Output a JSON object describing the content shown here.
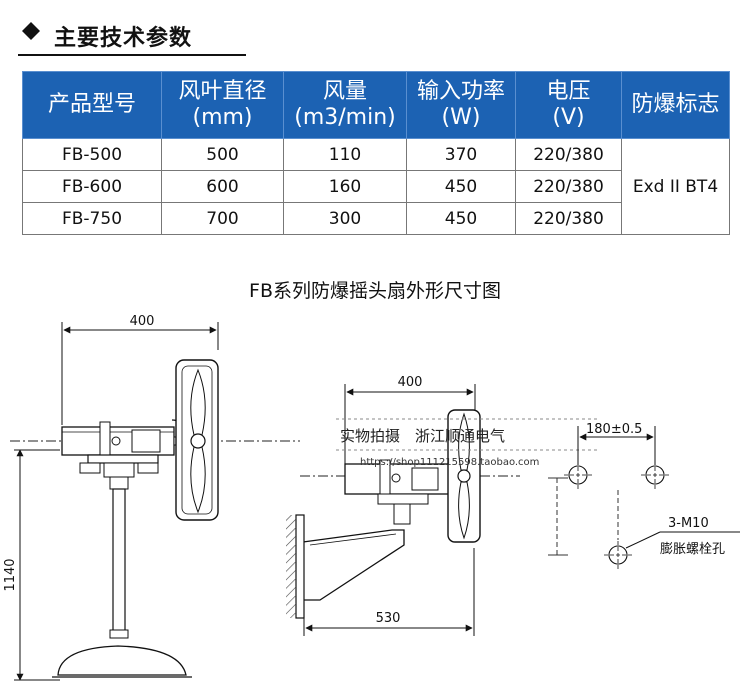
{
  "section": {
    "title": "主要技术参数"
  },
  "table": {
    "headers": [
      {
        "line1": "产品型号",
        "line2": ""
      },
      {
        "line1": "风叶直径",
        "line2": "(mm)"
      },
      {
        "line1": "风量",
        "line2": "(m3/min)"
      },
      {
        "line1": "输入功率",
        "line2": "(W)"
      },
      {
        "line1": "电压",
        "line2": "(V)"
      },
      {
        "line1": "防爆标志",
        "line2": ""
      }
    ],
    "rows": [
      {
        "model": "FB-500",
        "diameter": "500",
        "airflow": "110",
        "power": "370",
        "voltage": "220/380"
      },
      {
        "model": "FB-600",
        "diameter": "600",
        "airflow": "160",
        "power": "450",
        "voltage": "220/380"
      },
      {
        "model": "FB-750",
        "diameter": "700",
        "airflow": "300",
        "power": "450",
        "voltage": "220/380"
      }
    ],
    "explosion_mark": "Exd II BT4"
  },
  "diagram": {
    "title": "FB系列防爆摇头扇外形尺寸图",
    "dims": {
      "left_width": "400",
      "left_height": "1140",
      "wall_width": "400",
      "wall_depth": "530",
      "hole_spacing": "180±0.5",
      "bolt_spec": "3-M10",
      "bolt_label": "膨胀螺栓孔"
    },
    "watermark": {
      "text": "实物拍摄　浙江顺通电气",
      "url": "https://shop111215598.taobao.com"
    }
  }
}
